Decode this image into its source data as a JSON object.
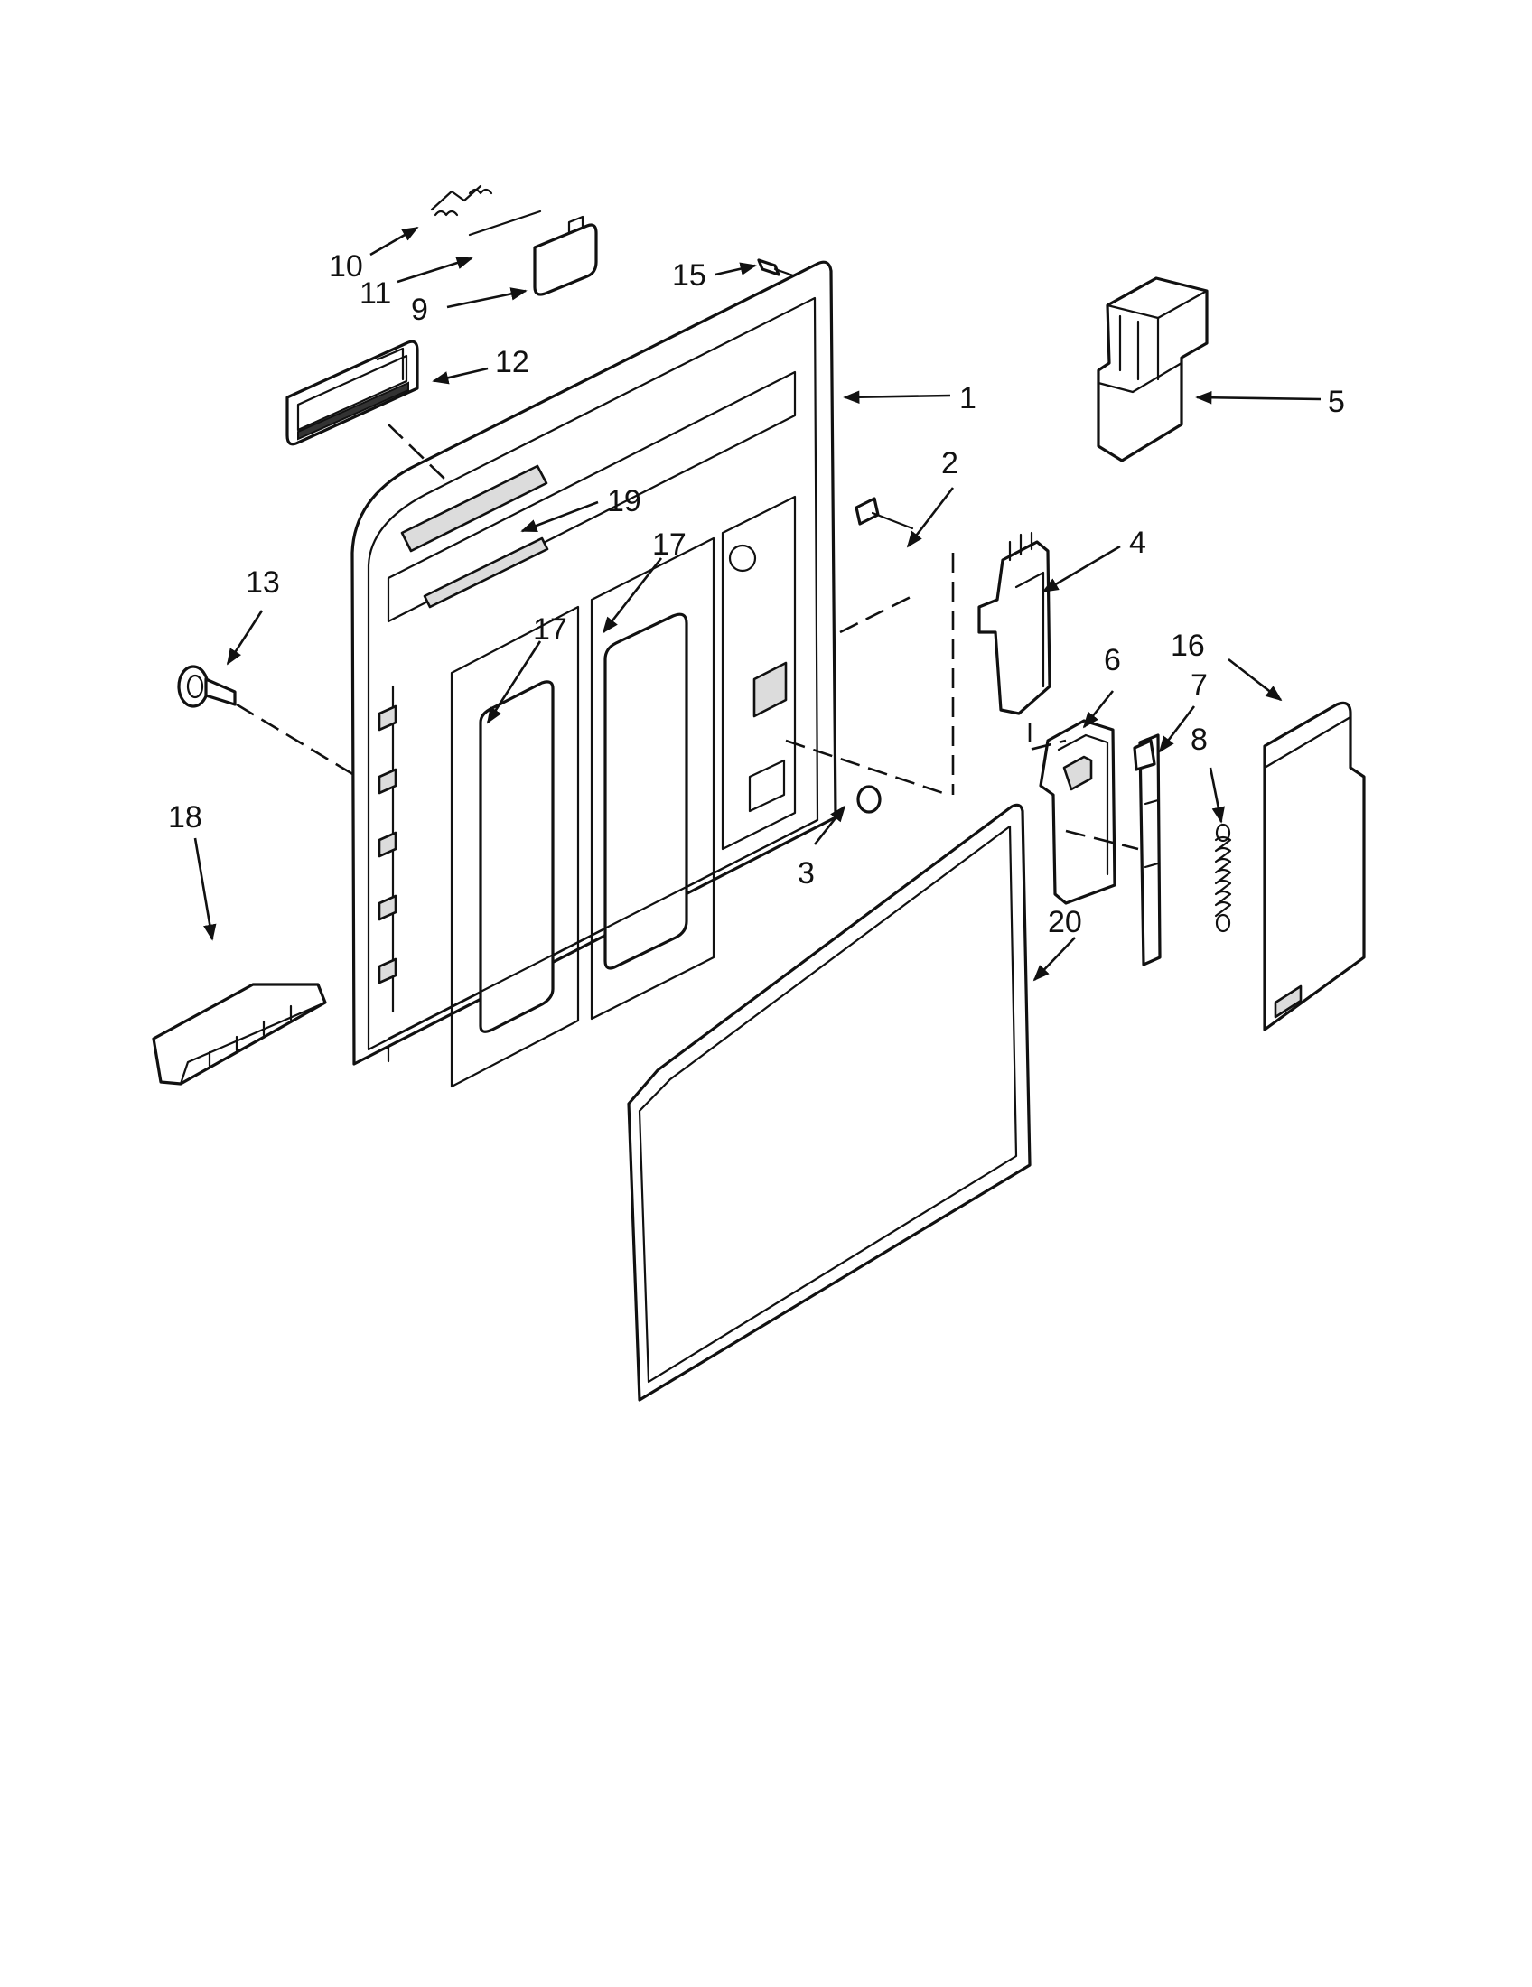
{
  "callouts": {
    "c1": "1",
    "c2": "2",
    "c3": "3",
    "c4": "4",
    "c5": "5",
    "c6": "6",
    "c7": "7",
    "c8": "8",
    "c9": "9",
    "c10": "10",
    "c11": "11",
    "c12": "12",
    "c13": "13",
    "c15": "15",
    "c16": "16",
    "c17a": "17",
    "c17b": "17",
    "c18": "18",
    "c19": "19",
    "c20": "20"
  }
}
